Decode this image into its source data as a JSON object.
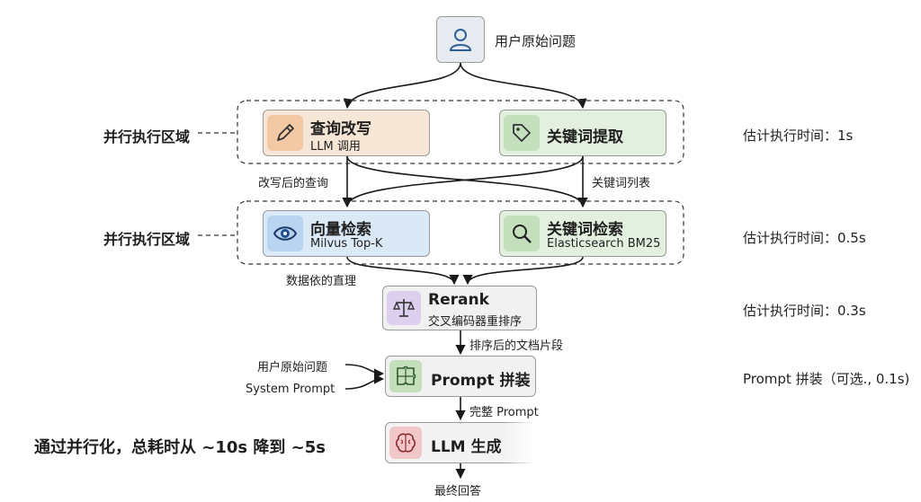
{
  "user_question": "用户原始问题",
  "regions": {
    "label_1": "并行执行区域",
    "label_2": "并行执行区域"
  },
  "nodes": {
    "rewrite": {
      "title": "查询改写",
      "sub": "LLM 调用",
      "icon": "pencil-icon",
      "color": "#f6e6d6"
    },
    "keyword_extract": {
      "title": "关键词提取",
      "icon": "tag-icon",
      "color": "#e3f0df"
    },
    "vector_search": {
      "title": "向量检索",
      "sub": "Milvus Top-K",
      "icon": "eye-icon",
      "color": "#dbe9f7"
    },
    "keyword_search": {
      "title": "关键词检索",
      "sub": "Elasticsearch BM25",
      "icon": "search-icon",
      "color": "#e3f0df"
    },
    "rerank": {
      "title": "Rerank",
      "sub": "交叉编码器重排序",
      "icon": "scale-icon",
      "color": "#e8e0f4"
    },
    "prompt": {
      "title": "Prompt 拼装",
      "icon": "puzzle-icon",
      "color": "#e3f0df"
    },
    "llm": {
      "title": "LLM 生成",
      "icon": "brain-icon",
      "color": "#f7dfe0"
    }
  },
  "edge_labels": {
    "rewritten_query": "改写后的查询",
    "keyword_list": "关键词列表",
    "data_dependency": "数据依的直理",
    "sorted_docs": "排序后的文档片段",
    "user_question_input": "用户原始问题",
    "system_prompt_input": "System Prompt",
    "full_prompt": "完整 Prompt",
    "final_answer": "最终回答"
  },
  "timings": {
    "t1": "估计执行时间：1s",
    "t2": "估计执行时间：0.5s",
    "t3": "估计执行时间：0.3s",
    "t4": "Prompt 拼装（可选., 0.1s)"
  },
  "note": "通过并行化，总耗时从 ~10s 降到 ~5s"
}
